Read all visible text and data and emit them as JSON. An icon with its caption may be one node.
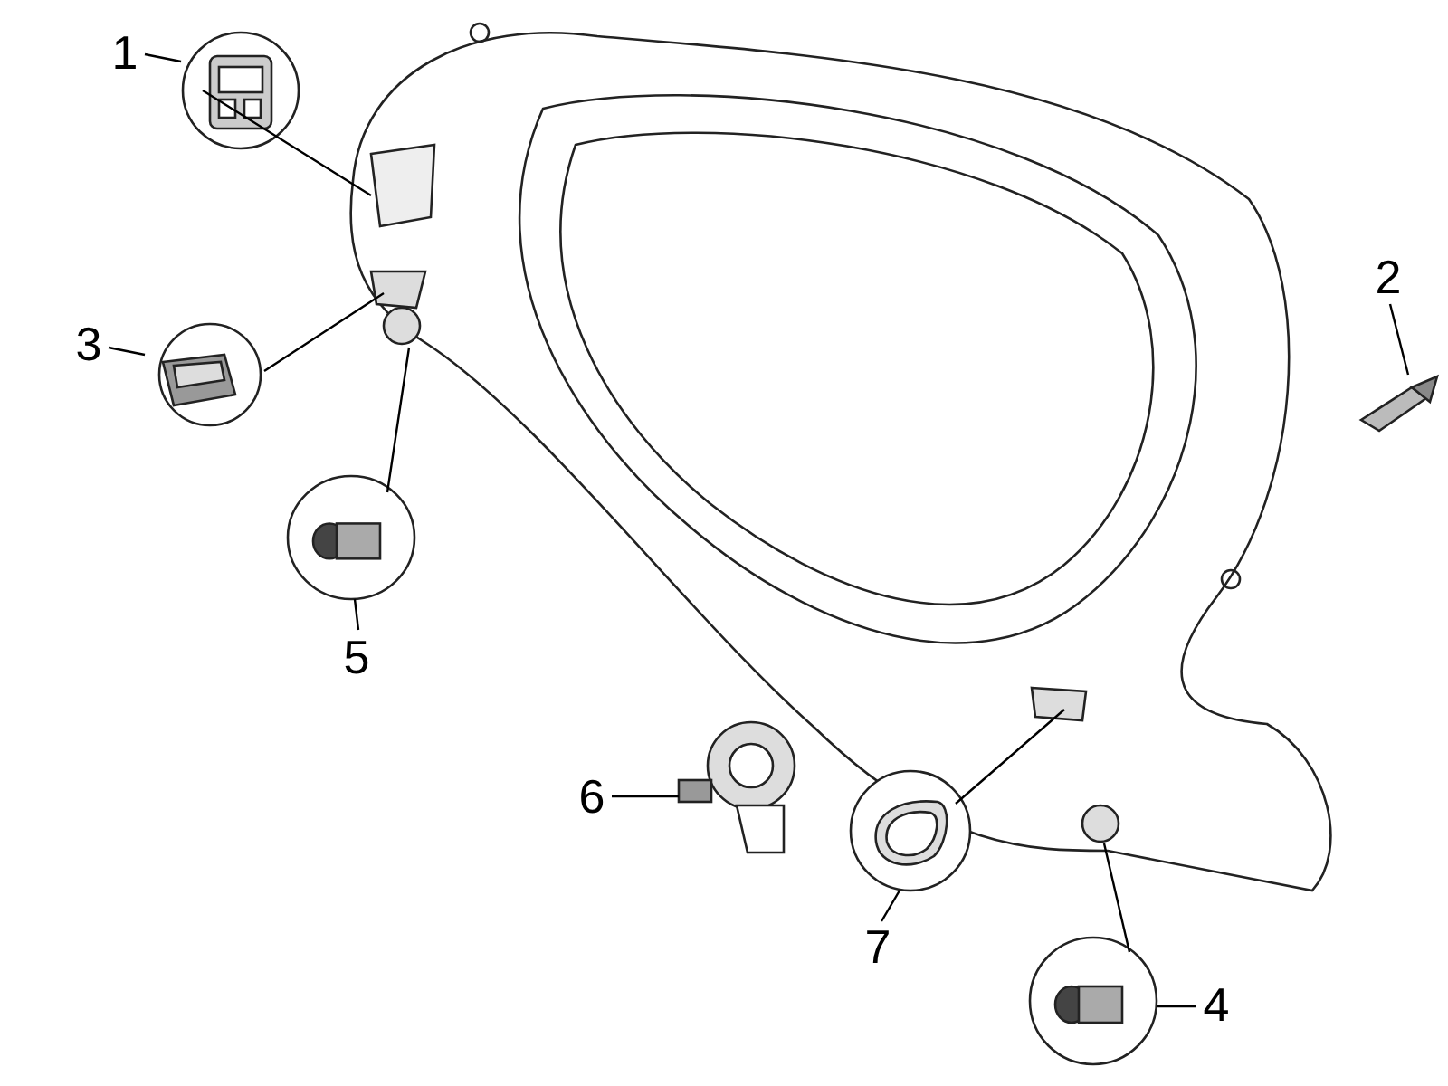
{
  "diagram": {
    "nodes": [
      {
        "text": [],
        "shape": "picture"
      },
      {
        "text": [
          "1"
        ]
      },
      {
        "text": [],
        "shape": "picture"
      },
      {
        "text": [
          "2"
        ]
      },
      {
        "text": [],
        "shape": "picture"
      },
      {
        "text": [
          "3"
        ]
      },
      {
        "text": [],
        "shape": "picture"
      },
      {
        "text": [
          "5"
        ]
      },
      {
        "text": [],
        "shape": "picture"
      },
      {
        "text": [
          "6"
        ]
      },
      {
        "text": [],
        "shape": "picture"
      },
      {
        "text": [
          "7"
        ]
      },
      {
        "text": [],
        "shape": "picture"
      },
      {
        "text": [
          "4"
        ]
      },
      {
        "text": [],
        "shape": "picture"
      }
    ],
    "edges": [
      {
        "from": 1,
        "to": 2,
        "arrow": "none"
      },
      {
        "from": 3,
        "to": 4,
        "arrow": "none"
      },
      {
        "from": 5,
        "to": 6,
        "arrow": "none"
      },
      {
        "from": 7,
        "to": 8,
        "arrow": "none"
      },
      {
        "from": 9,
        "to": 10,
        "arrow": "none"
      },
      {
        "from": 11,
        "to": 12,
        "arrow": "none"
      },
      {
        "from": 13,
        "to": 14,
        "arrow": "none"
      },
      {
        "from": 2,
        "to": 0,
        "arrow": "none"
      },
      {
        "from": 6,
        "to": 0,
        "arrow": "none"
      },
      {
        "from": 8,
        "to": 0,
        "arrow": "none"
      },
      {
        "from": 12,
        "to": 0,
        "arrow": "none"
      },
      {
        "from": 14,
        "to": 0,
        "arrow": "none"
      }
    ]
  }
}
